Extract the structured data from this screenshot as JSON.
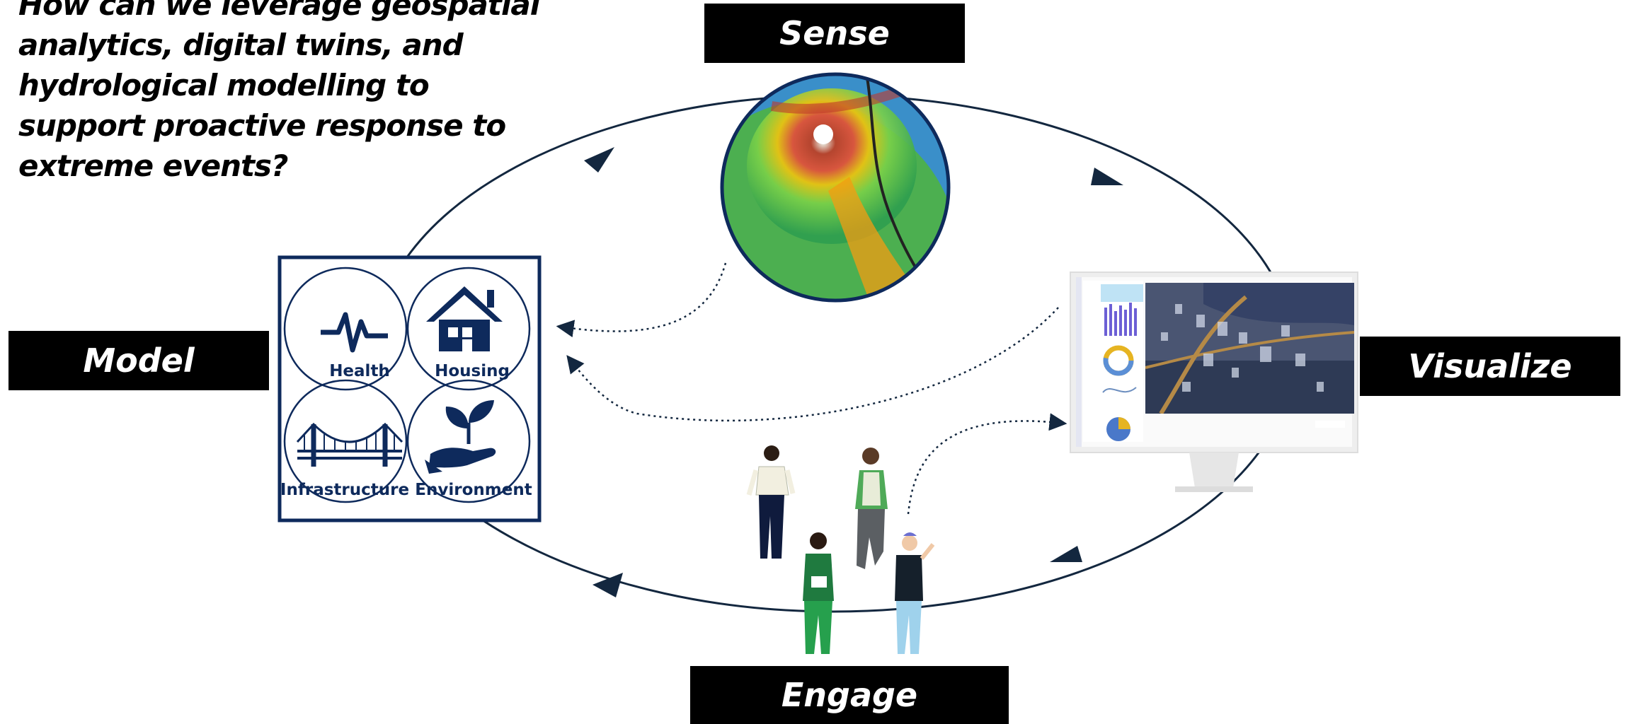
{
  "question": "How can we leverage geospatial analytics, digital twins, and hydrological modelling to support proactive response to extreme events?",
  "stages": {
    "sense": "Sense",
    "visualize": "Visualize",
    "engage": "Engage",
    "model": "Model"
  },
  "model_domains": {
    "health": "Health",
    "housing": "Housing",
    "infrastructure": "Infrastructure",
    "environment": "Environment"
  },
  "colors": {
    "cycle_stroke": "#13273f",
    "domain_navy": "#0e2a5c",
    "label_bg": "#000000",
    "label_text": "#ffffff"
  },
  "icons": [
    "heartbeat-icon",
    "house-icon",
    "bridge-icon",
    "plant-in-hand-icon",
    "hurricane-map",
    "dashboard-monitor",
    "people-group"
  ]
}
